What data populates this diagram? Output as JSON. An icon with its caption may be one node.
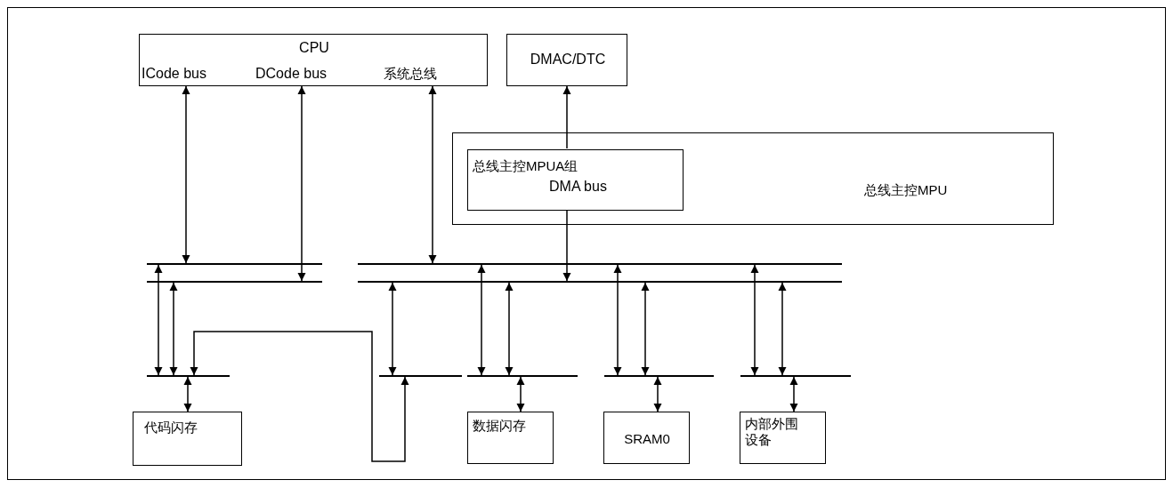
{
  "diagram": {
    "nodes": [
      {
        "text": [
          "CPU",
          "ICode bus",
          "DCode bus",
          "系统总线"
        ]
      },
      {
        "text": [
          "DMAC/DTC"
        ]
      },
      {
        "text": [
          "总线主控MPU"
        ]
      },
      {
        "text": [
          "总线主控MPUA组",
          "DMA bus"
        ],
        "in": 2
      },
      {
        "text": [],
        "shape": "bar"
      },
      {
        "text": [],
        "shape": "bar"
      },
      {
        "text": [],
        "shape": "bar"
      },
      {
        "text": [],
        "shape": "bar"
      },
      {
        "text": [],
        "shape": "bar"
      },
      {
        "text": [],
        "shape": "bar"
      },
      {
        "text": [],
        "shape": "bar"
      },
      {
        "text": [],
        "shape": "bar"
      },
      {
        "text": [],
        "shape": "bar"
      },
      {
        "text": [
          "代码闪存"
        ]
      },
      {
        "text": [
          "数据闪存"
        ]
      },
      {
        "text": [
          "SRAM0"
        ]
      },
      {
        "text": [
          "内部外围设备"
        ]
      }
    ],
    "edges": [
      {
        "from": 0,
        "to": 4,
        "arrow": "both"
      },
      {
        "from": 0,
        "to": 5,
        "arrow": "both"
      },
      {
        "from": 0,
        "to": 6,
        "arrow": "both"
      },
      {
        "from": 3,
        "to": 1,
        "arrow": "to"
      },
      {
        "from": 3,
        "to": 7,
        "arrow": "to"
      },
      {
        "from": 4,
        "to": 8,
        "arrow": "both"
      },
      {
        "from": 5,
        "to": 8,
        "arrow": "both"
      },
      {
        "from": 8,
        "to": 13,
        "arrow": "both"
      },
      {
        "from": 7,
        "to": 9,
        "arrow": "both"
      },
      {
        "from": 8,
        "to": 9,
        "arrow": "both"
      },
      {
        "from": 6,
        "to": 10,
        "arrow": "both"
      },
      {
        "from": 7,
        "to": 10,
        "arrow": "both"
      },
      {
        "from": 10,
        "to": 14,
        "arrow": "both"
      },
      {
        "from": 6,
        "to": 11,
        "arrow": "both"
      },
      {
        "from": 7,
        "to": 11,
        "arrow": "both"
      },
      {
        "from": 11,
        "to": 15,
        "arrow": "both"
      },
      {
        "from": 6,
        "to": 12,
        "arrow": "both"
      },
      {
        "from": 7,
        "to": 12,
        "arrow": "both"
      },
      {
        "from": 12,
        "to": 16,
        "arrow": "both"
      }
    ]
  }
}
